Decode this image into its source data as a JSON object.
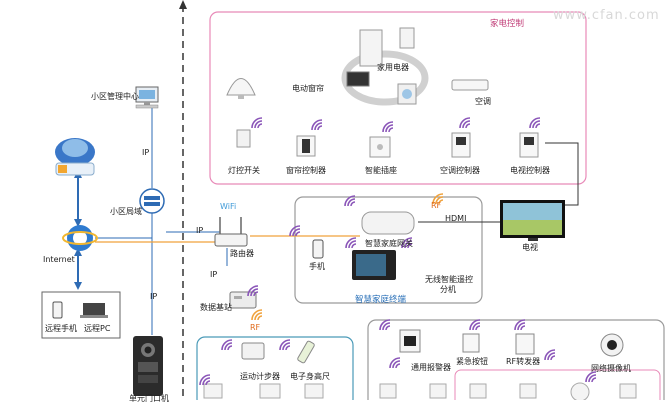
{
  "watermark": "www.cfan.com",
  "sections": {
    "appliance_control": "家电控制",
    "home_terminal": "智慧家庭终端"
  },
  "labels": {
    "community_center": "小区管理中心",
    "community_lan": "小区局域",
    "internet": "Internet",
    "remote_phone": "远程手机",
    "remote_pc": "远程PC",
    "unit_door": "单元门口机",
    "data_station": "数据基站",
    "router": "路由器",
    "wifi": "WiFi",
    "ip": "IP",
    "rf": "RF",
    "hdmi": "HDMI",
    "lamp_switch": "灯控开关",
    "curtain_motor": "电动窗帘",
    "curtain_controller": "窗帘控制器",
    "smart_socket": "智能插座",
    "appliances": "家用电器",
    "air_conditioner": "空调",
    "ac_controller": "空调控制器",
    "tv_controller": "电视控制器",
    "gateway": "智慧家庭网关",
    "mobile": "手机",
    "wireless_remote": "无线智能遥控",
    "extension": "分机",
    "tv": "电视",
    "pedometer": "运动计步器",
    "e_height": "电子身高尺",
    "general_alarm": "通用报警器",
    "emergency_button": "紧急按钮",
    "rf_repeater": "RF转发器",
    "network_camera": "网络摄像机"
  },
  "colors": {
    "pink_box": "#e88ab8",
    "gray_box": "#9a9a9a",
    "blue_line": "#2e6bb4",
    "orange_line": "#f0a23c"
  }
}
